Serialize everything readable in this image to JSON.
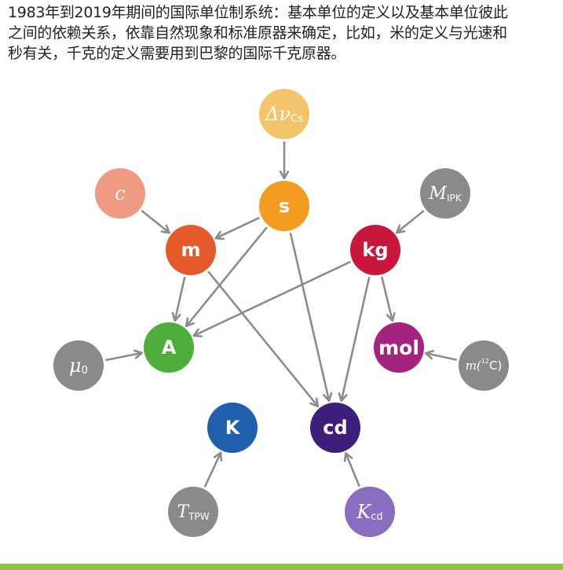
{
  "caption": {
    "lines": [
      "1983年到2019年期间的国际单位制系统：基本单位的定义以及基本单位彼此",
      "之间的依赖关系，依靠自然现象和标准原器来确定，比如，米的定义与光速和",
      "秒有关，千克的定义需要用到巴黎的国际千克原器。"
    ]
  },
  "nodes": {
    "dnu_cs": {
      "main": "Δν",
      "sub": "Cs",
      "color": "#f3c56a"
    },
    "c": {
      "main": "c",
      "color": "#ef9a82"
    },
    "s": {
      "main": "s",
      "color": "#f39c1f"
    },
    "m_ipk": {
      "main": "M",
      "sub": "IPK",
      "color": "#8a8a8a"
    },
    "m": {
      "main": "m",
      "color": "#e55a2b"
    },
    "kg": {
      "main": "kg",
      "color": "#c8163c"
    },
    "mu0": {
      "main": "μ",
      "sub": "0",
      "color": "#8a8a8a"
    },
    "A": {
      "main": "A",
      "color": "#4fae3b"
    },
    "mol": {
      "main": "mol",
      "color": "#a4237f"
    },
    "m12c": {
      "main": "m(",
      "sup": "12",
      "tail": "C)",
      "color": "#8a8a8a"
    },
    "K": {
      "main": "K",
      "color": "#1f5fae"
    },
    "cd": {
      "main": "cd",
      "color": "#3d1f7a"
    },
    "t_tpw": {
      "main": "T",
      "sub": "TPW",
      "color": "#8a8a8a"
    },
    "k_cd": {
      "main": "K",
      "sub": "cd",
      "color": "#8a6cc0"
    }
  },
  "edges": [
    [
      "dnu_cs",
      "s"
    ],
    [
      "c",
      "m"
    ],
    [
      "s",
      "m"
    ],
    [
      "s",
      "A"
    ],
    [
      "s",
      "cd"
    ],
    [
      "m_ipk",
      "kg"
    ],
    [
      "m",
      "A"
    ],
    [
      "m",
      "cd"
    ],
    [
      "kg",
      "A"
    ],
    [
      "kg",
      "mol"
    ],
    [
      "kg",
      "cd"
    ],
    [
      "mu0",
      "A"
    ],
    [
      "m12c",
      "mol"
    ],
    [
      "t_tpw",
      "K"
    ],
    [
      "k_cd",
      "cd"
    ]
  ],
  "colors": {
    "arrow": "#8c8c8c",
    "bottom_bar": "#8dc63f"
  }
}
